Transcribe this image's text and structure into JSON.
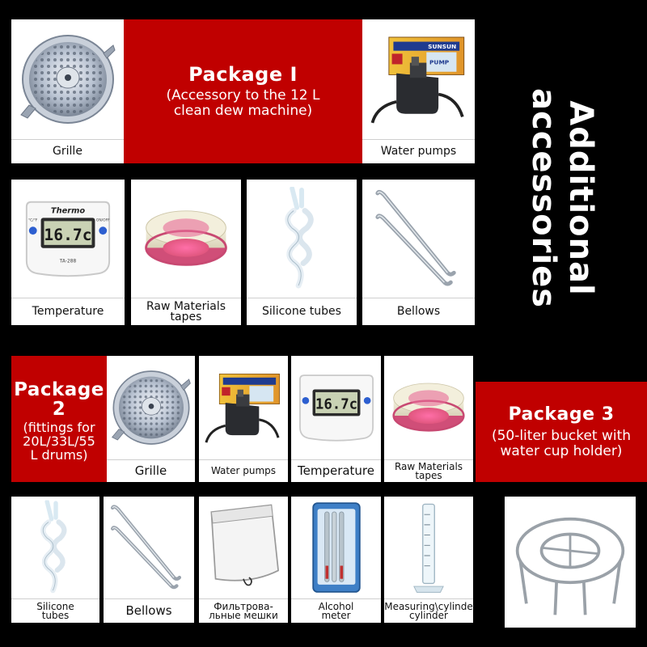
{
  "side_title": {
    "line1": "Additional",
    "line2": "accessories"
  },
  "package1": {
    "title": "Package I",
    "subtitle": "(Accessory to the 12 L\nclean dew machine)",
    "items": [
      "Grille",
      "Water pumps",
      "Temperature",
      "Raw Materials\ntapes",
      "Silicone tubes",
      "Bellows"
    ]
  },
  "package2": {
    "title": "Package\n2",
    "subtitle": "(fittings for\n20L/33L/55\nL drums)",
    "items": [
      "Grille",
      "Water pumps",
      "Temperature",
      "Raw Materials\ntapes",
      "Silicone\ntubes",
      "Bellows",
      "Фильтрова-\nльные мешки",
      "Alcohol\nmeter",
      "Measuring\\cylinde\ncylinder"
    ]
  },
  "package3": {
    "title": "Package 3",
    "subtitle": "(50-liter bucket with\nwater cup holder)"
  },
  "thermo": {
    "brand": "Thermo",
    "reading": "16.7c",
    "model": "TA-288",
    "label_left": "°C/°F",
    "label_right": "ON/OFF"
  },
  "pump_box": {
    "brand": "SUNSUN",
    "label": "PUMP"
  },
  "colors": {
    "package_red": "#c00000",
    "background": "#000000",
    "caption_text": "#111111"
  }
}
